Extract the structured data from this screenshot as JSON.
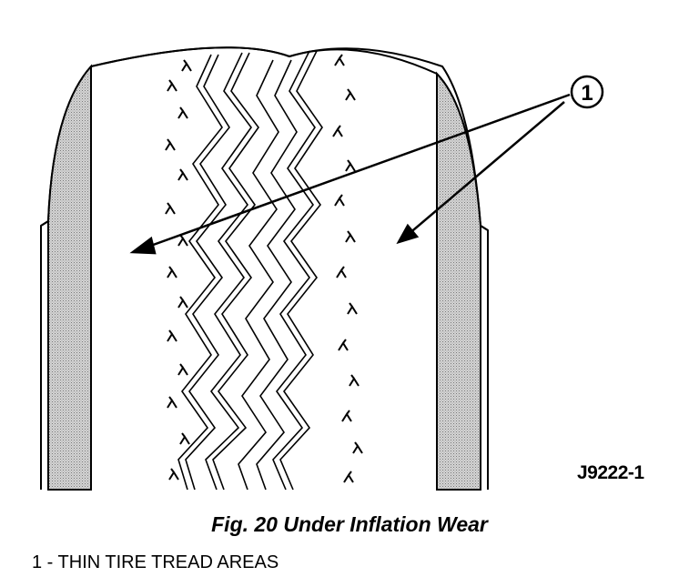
{
  "figure": {
    "callout_number": "1",
    "code": "J9222-1",
    "caption": "Fig. 20 Under Inflation Wear",
    "legend": "1 - THIN TIRE TREAD AREAS"
  },
  "colors": {
    "line": "#000000",
    "sidewall_fill": "#b8b8b8",
    "background": "#ffffff"
  }
}
